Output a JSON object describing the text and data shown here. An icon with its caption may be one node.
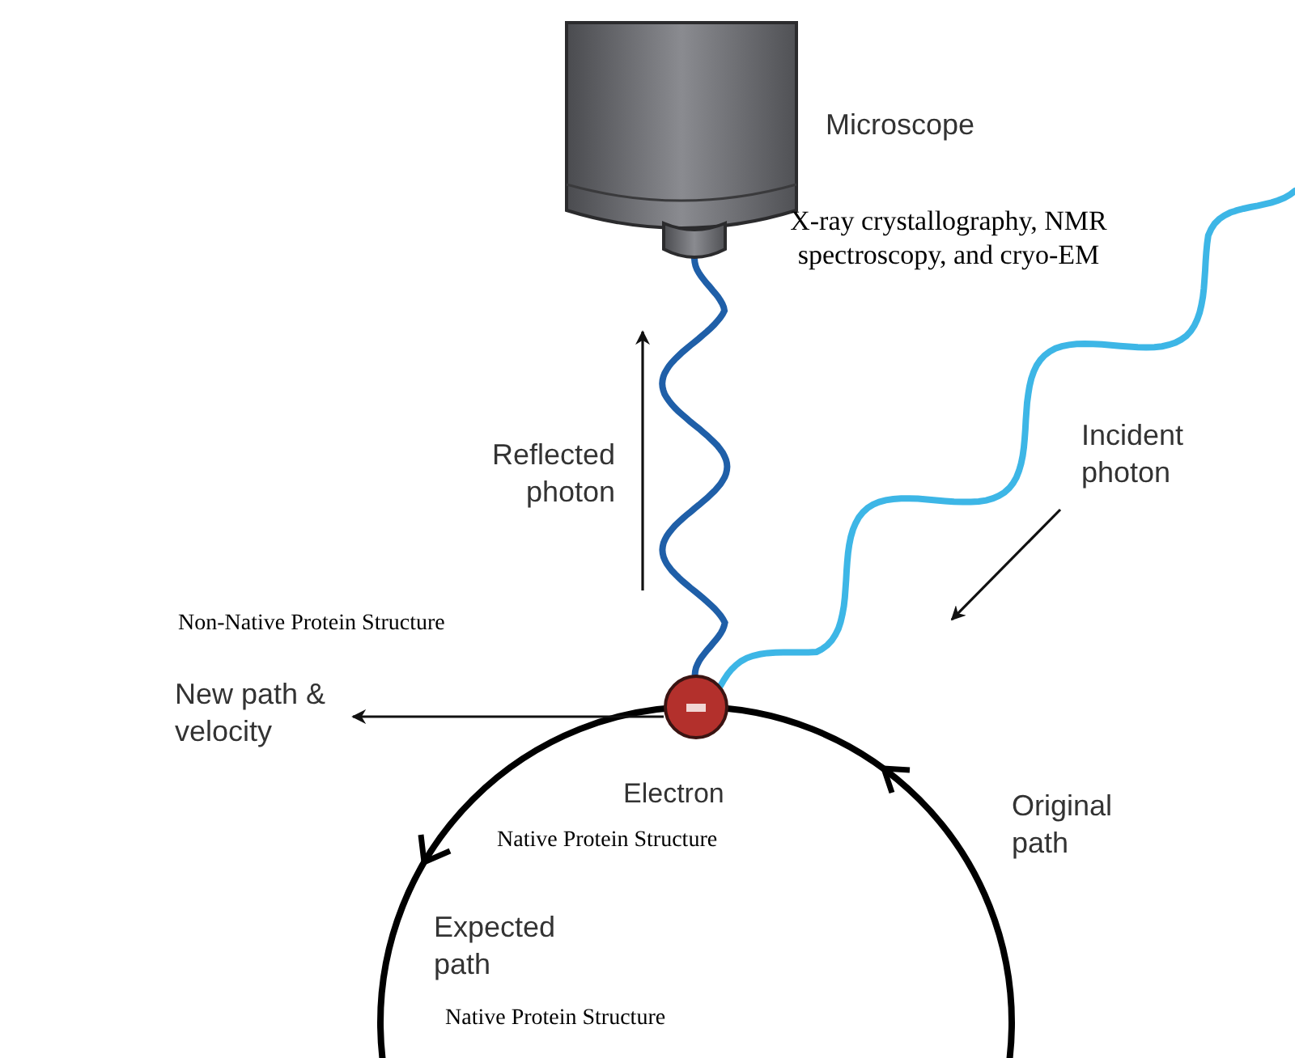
{
  "diagram": {
    "nodes": [
      {
        "text": [],
        "shape": "picture",
        "beside": [
          "Microscope"
        ]
      },
      {
        "text": [],
        "shape": "circle",
        "beside": [
          "Electron"
        ]
      }
    ],
    "edges": [
      {
        "from": 1,
        "to": 0,
        "arrow": "none",
        "color": "#1f5fa8"
      },
      {
        "from": null,
        "to": 1,
        "arrow": "none",
        "color": "#3db6e6"
      }
    ],
    "labels": [
      "X-ray crystallography, NMR spectroscopy, and cryo-EM",
      "Incident photon",
      "Reflected photon",
      "Non-Native Protein Structure",
      "New path & velocity",
      "Native Protein Structure",
      "Original path",
      "Expected path",
      "Native Protein Structure"
    ]
  }
}
